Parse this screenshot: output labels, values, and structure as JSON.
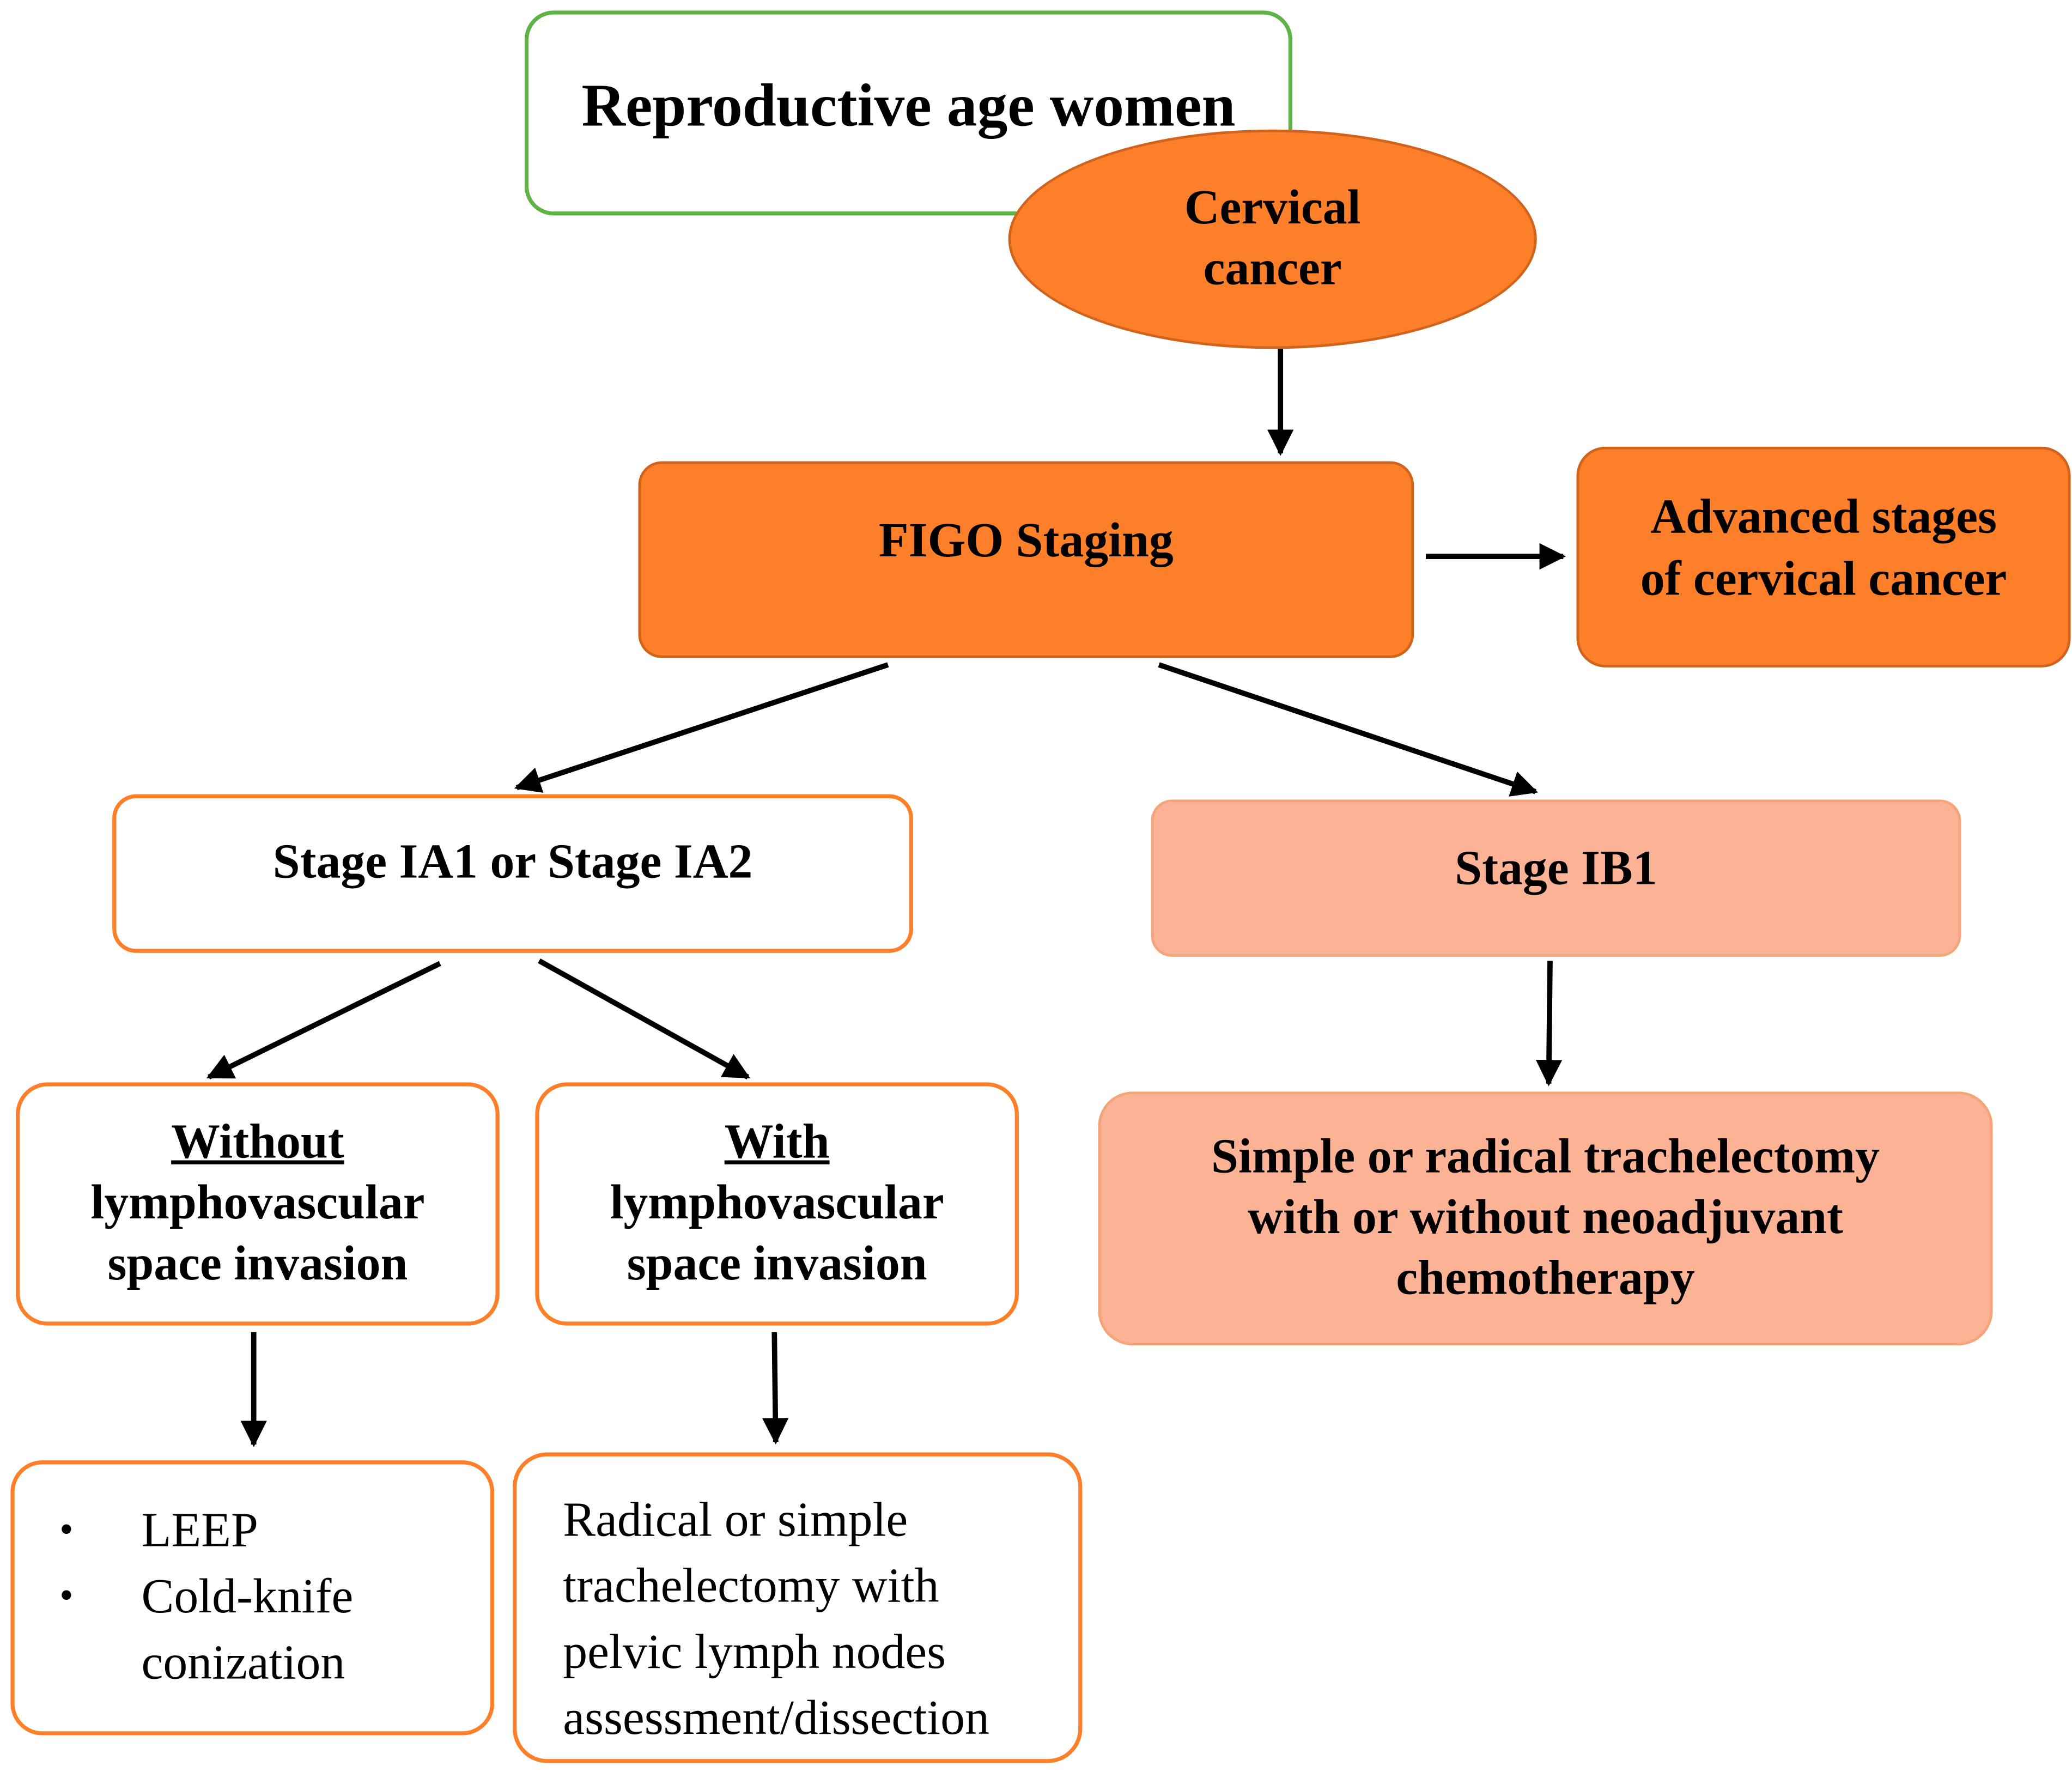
{
  "nodes": {
    "women": "Reproductive age women",
    "cervical": [
      "Cervical",
      "cancer"
    ],
    "figo": "FIGO Staging",
    "advanced": [
      "Advanced stages",
      "of cervical cancer"
    ],
    "stage_ia": "Stage IA1 or Stage IA2",
    "stage_ib1": "Stage IB1",
    "without": [
      "Without",
      "lymphovascular",
      "space invasion"
    ],
    "with": [
      "With",
      "lymphovascular",
      "space invasion"
    ],
    "trachelectomy": [
      "Simple or radical trachelectomy",
      "with or without neoadjuvant",
      "chemotherapy"
    ],
    "leep_items": [
      "LEEP",
      "Cold-knife",
      "conization"
    ],
    "bullet_symbol": "•",
    "radical": [
      "Radical or simple",
      "trachelectomy with",
      "pelvic lymph nodes",
      "assessment/dissection"
    ]
  },
  "colors": {
    "orange": "#fd7f29",
    "light_orange": "#fcb294",
    "green_border": "#5fb346"
  }
}
